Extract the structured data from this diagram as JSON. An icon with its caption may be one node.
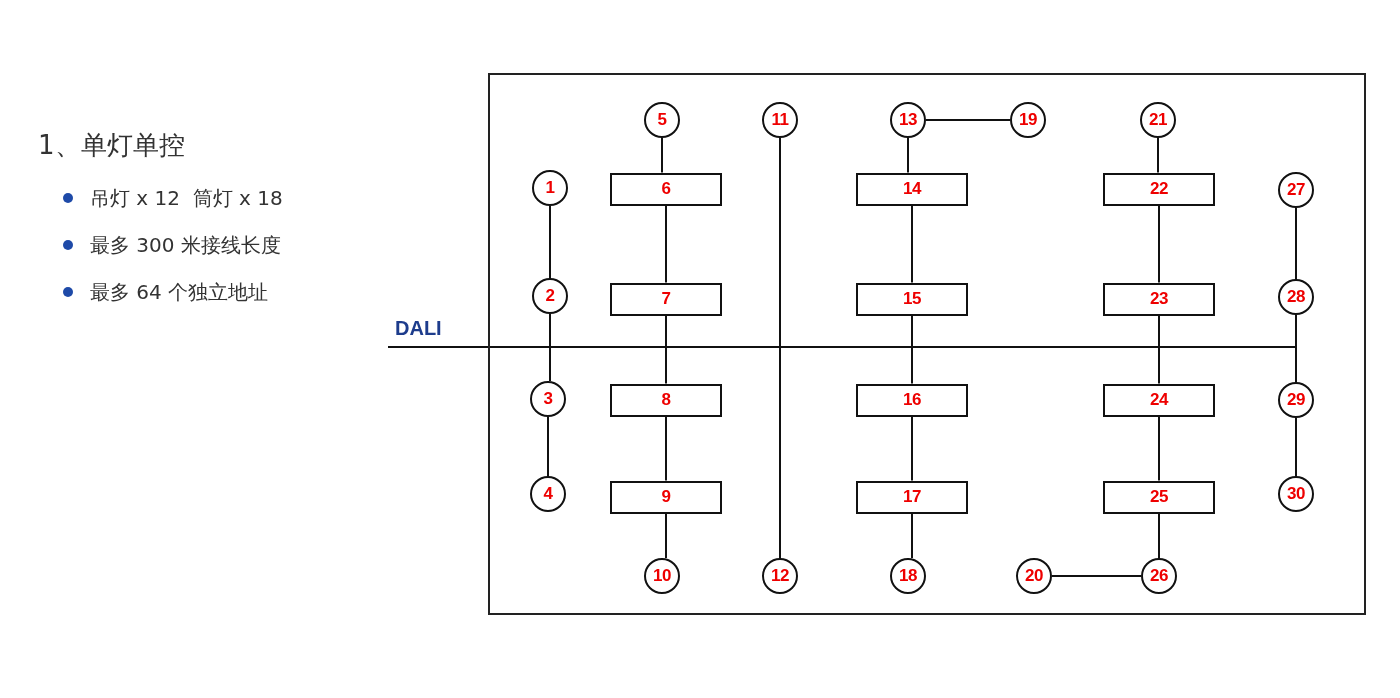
{
  "diagram": {
    "title": "1、单灯单控",
    "nodes": [
      {
        "text": [],
        "shape": "box"
      },
      {
        "text": [
          "1"
        ],
        "in": 0
      },
      {
        "text": [
          "2"
        ],
        "in": 0
      },
      {
        "text": [
          "3"
        ],
        "in": 0
      },
      {
        "text": [
          "4"
        ],
        "in": 0
      },
      {
        "text": [
          "5"
        ],
        "in": 0
      },
      {
        "text": [
          "6"
        ],
        "in": 0
      },
      {
        "text": [
          "7"
        ],
        "in": 0
      },
      {
        "text": [
          "8"
        ],
        "in": 0
      },
      {
        "text": [
          "9"
        ],
        "in": 0
      },
      {
        "text": [
          "10"
        ],
        "in": 0
      },
      {
        "text": [
          "11"
        ],
        "in": 0
      },
      {
        "text": [
          "12"
        ],
        "in": 0
      },
      {
        "text": [
          "13"
        ],
        "in": 0
      },
      {
        "text": [
          "14"
        ],
        "in": 0
      },
      {
        "text": [
          "15"
        ],
        "in": 0
      },
      {
        "text": [
          "16"
        ],
        "in": 0
      },
      {
        "text": [
          "17"
        ],
        "in": 0
      },
      {
        "text": [
          "18"
        ],
        "in": 0
      },
      {
        "text": [
          "19"
        ],
        "in": 0
      },
      {
        "text": [
          "20"
        ],
        "in": 0
      },
      {
        "text": [
          "21"
        ],
        "in": 0
      },
      {
        "text": [
          "22"
        ],
        "in": 0
      },
      {
        "text": [
          "23"
        ],
        "in": 0
      },
      {
        "text": [
          "24"
        ],
        "in": 0
      },
      {
        "text": [
          "25"
        ],
        "in": 0
      },
      {
        "text": [
          "26"
        ],
        "in": 0
      },
      {
        "text": [
          "27"
        ],
        "in": 0
      },
      {
        "text": [
          "28"
        ],
        "in": 0
      },
      {
        "text": [
          "29"
        ],
        "in": 0
      },
      {
        "text": [
          "30"
        ],
        "in": 0
      }
    ],
    "edges": [
      {
        "from": 1,
        "to": 2,
        "arrow": "none"
      },
      {
        "from": 2,
        "to": 3,
        "arrow": "none"
      },
      {
        "from": 3,
        "to": 4,
        "arrow": "none"
      },
      {
        "from": 5,
        "to": 6,
        "arrow": "none"
      },
      {
        "from": 6,
        "to": 7,
        "arrow": "none"
      },
      {
        "from": 7,
        "to": 8,
        "arrow": "none"
      },
      {
        "from": 8,
        "to": 9,
        "arrow": "none"
      },
      {
        "from": 9,
        "to": 10,
        "arrow": "none"
      },
      {
        "from": 11,
        "to": 12,
        "arrow": "none"
      },
      {
        "from": 13,
        "to": 19,
        "arrow": "none"
      },
      {
        "from": 13,
        "to": 14,
        "arrow": "none"
      },
      {
        "from": 14,
        "to": 15,
        "arrow": "none"
      },
      {
        "from": 15,
        "to": 16,
        "arrow": "none"
      },
      {
        "from": 16,
        "to": 17,
        "arrow": "none"
      },
      {
        "from": 17,
        "to": 18,
        "arrow": "none"
      },
      {
        "from": 21,
        "to": 22,
        "arrow": "none"
      },
      {
        "from": 22,
        "to": 23,
        "arrow": "none"
      },
      {
        "from": 23,
        "to": 24,
        "arrow": "none"
      },
      {
        "from": 24,
        "to": 25,
        "arrow": "none"
      },
      {
        "from": 25,
        "to": 26,
        "arrow": "none"
      },
      {
        "from": 20,
        "to": 26,
        "arrow": "none"
      },
      {
        "from": 27,
        "to": 28,
        "arrow": "none"
      },
      {
        "from": 28,
        "to": 29,
        "arrow": "none"
      },
      {
        "from": 29,
        "to": 30,
        "arrow": "none"
      }
    ],
    "labels": [
      "吊灯 x 12  筒灯 x 18",
      "最多 300 米接线长度",
      "最多 64 个独立地址",
      "DALI"
    ]
  }
}
